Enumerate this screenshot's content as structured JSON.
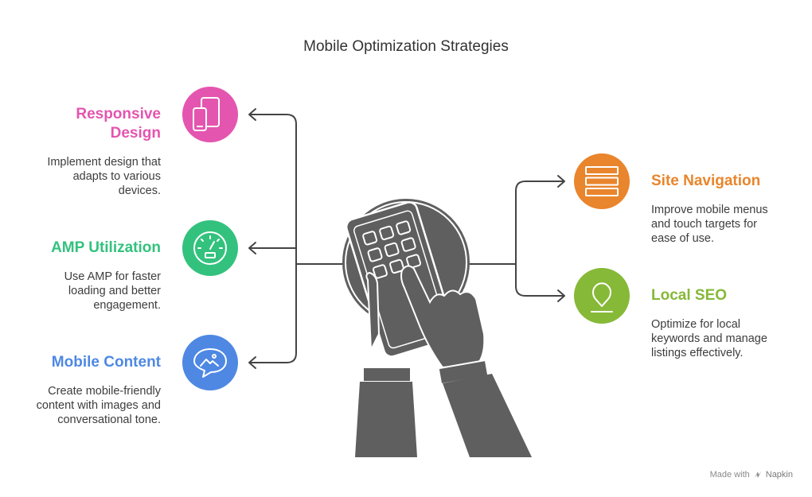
{
  "title": "Mobile Optimization Strategies",
  "colors": {
    "pink": "#E455AF",
    "green": "#33C27E",
    "blue": "#4E88E3",
    "orange": "#E9852C",
    "lime": "#86B937",
    "line": "#444444",
    "illustration": "#5f5f5f"
  },
  "items": [
    {
      "title": "Responsive Design",
      "title_line1": "Responsive",
      "title_line2": "Design",
      "desc_lines": [
        "Implement design that",
        "adapts to various",
        "devices."
      ],
      "icon": "devices-icon"
    },
    {
      "title": "AMP Utilization",
      "desc_lines": [
        "Use AMP for faster",
        "loading and better",
        "engagement."
      ],
      "icon": "speedometer-icon"
    },
    {
      "title": "Mobile Content",
      "desc_lines": [
        "Create mobile-friendly",
        "content with images and",
        "conversational tone."
      ],
      "icon": "chat-image-icon"
    },
    {
      "title": "Site Navigation",
      "desc_lines": [
        "Improve mobile menus",
        "and touch targets for",
        "ease of use."
      ],
      "icon": "menu-icon"
    },
    {
      "title": "Local SEO",
      "desc_lines": [
        "Optimize for local",
        "keywords and manage",
        "listings effectively."
      ],
      "icon": "map-pin-icon"
    }
  ],
  "footer": {
    "made_with": "Made with",
    "brand": "Napkin"
  }
}
